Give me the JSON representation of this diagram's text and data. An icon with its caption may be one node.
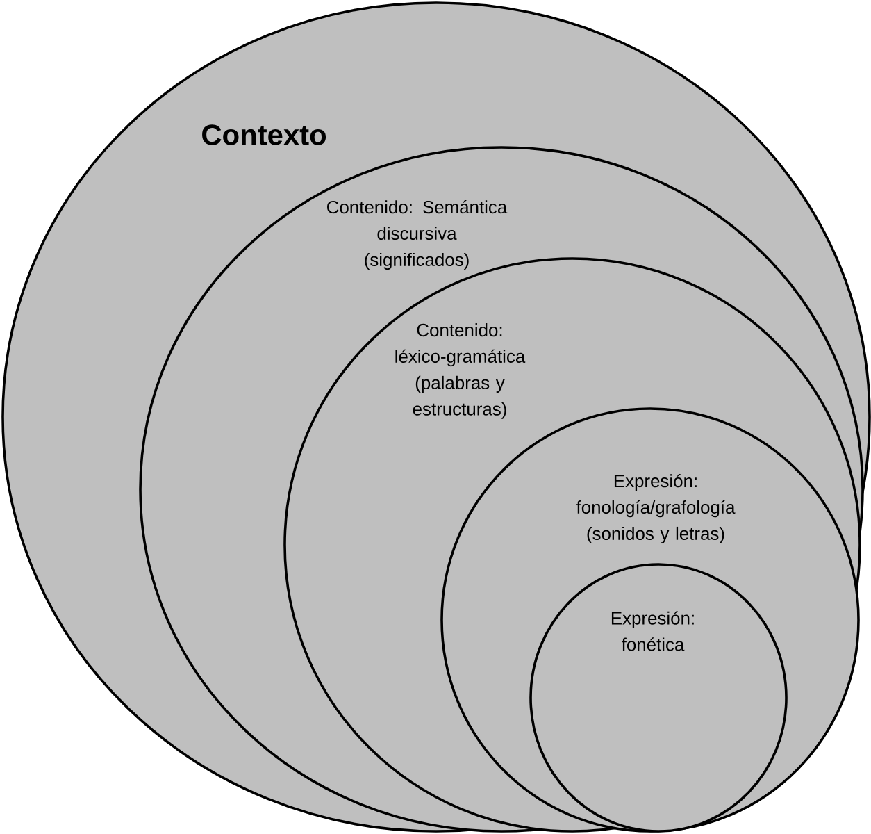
{
  "diagram": {
    "nodes": [
      {
        "text": [
          "**Contexto**"
        ]
      },
      {
        "text": [
          "Contenido: Semántica discursiva (significados)"
        ],
        "in": 0
      },
      {
        "text": [
          "Contenido: léxico-gramática (palabras y estructuras)"
        ],
        "in": 1
      },
      {
        "text": [
          "Expresión: fonología/grafología (sonidos y letras)"
        ],
        "in": 2
      },
      {
        "text": [
          "Expresión: fonética"
        ],
        "in": 3
      }
    ]
  }
}
